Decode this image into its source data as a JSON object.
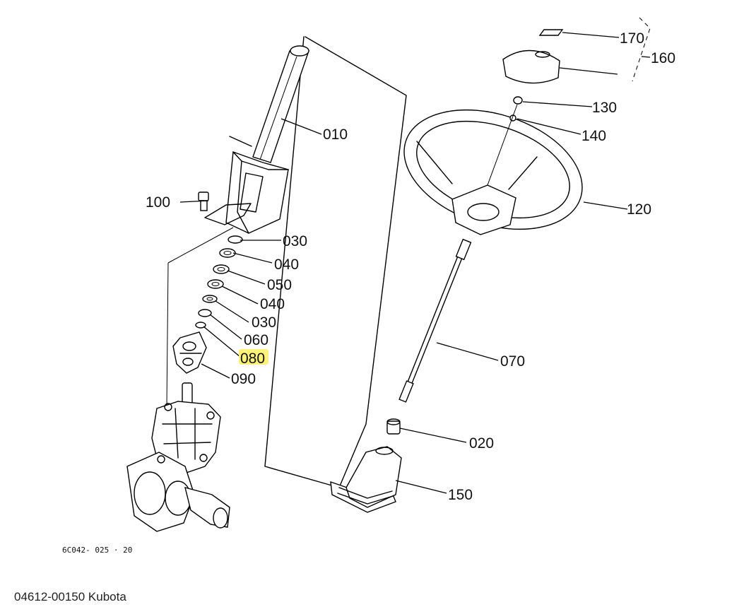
{
  "drawing_code": "6C042- 025 · 20",
  "caption": "04612-00150 Kubota",
  "highlight_color": "#fff27a",
  "parts": [
    {
      "id": "p010",
      "label": "010",
      "highlighted": false
    },
    {
      "id": "p020",
      "label": "020",
      "highlighted": false
    },
    {
      "id": "p030a",
      "label": "030",
      "highlighted": false
    },
    {
      "id": "p040a",
      "label": "040",
      "highlighted": false
    },
    {
      "id": "p050",
      "label": "050",
      "highlighted": false
    },
    {
      "id": "p040b",
      "label": "040",
      "highlighted": false
    },
    {
      "id": "p030b",
      "label": "030",
      "highlighted": false
    },
    {
      "id": "p060",
      "label": "060",
      "highlighted": false
    },
    {
      "id": "p080",
      "label": "080",
      "highlighted": true
    },
    {
      "id": "p090",
      "label": "090",
      "highlighted": false
    },
    {
      "id": "p070",
      "label": "070",
      "highlighted": false
    },
    {
      "id": "p100",
      "label": "100",
      "highlighted": false
    },
    {
      "id": "p120",
      "label": "120",
      "highlighted": false
    },
    {
      "id": "p130",
      "label": "130",
      "highlighted": false
    },
    {
      "id": "p140",
      "label": "140",
      "highlighted": false
    },
    {
      "id": "p150",
      "label": "150",
      "highlighted": false
    },
    {
      "id": "p160",
      "label": "160",
      "highlighted": false
    },
    {
      "id": "p170",
      "label": "170",
      "highlighted": false
    }
  ]
}
